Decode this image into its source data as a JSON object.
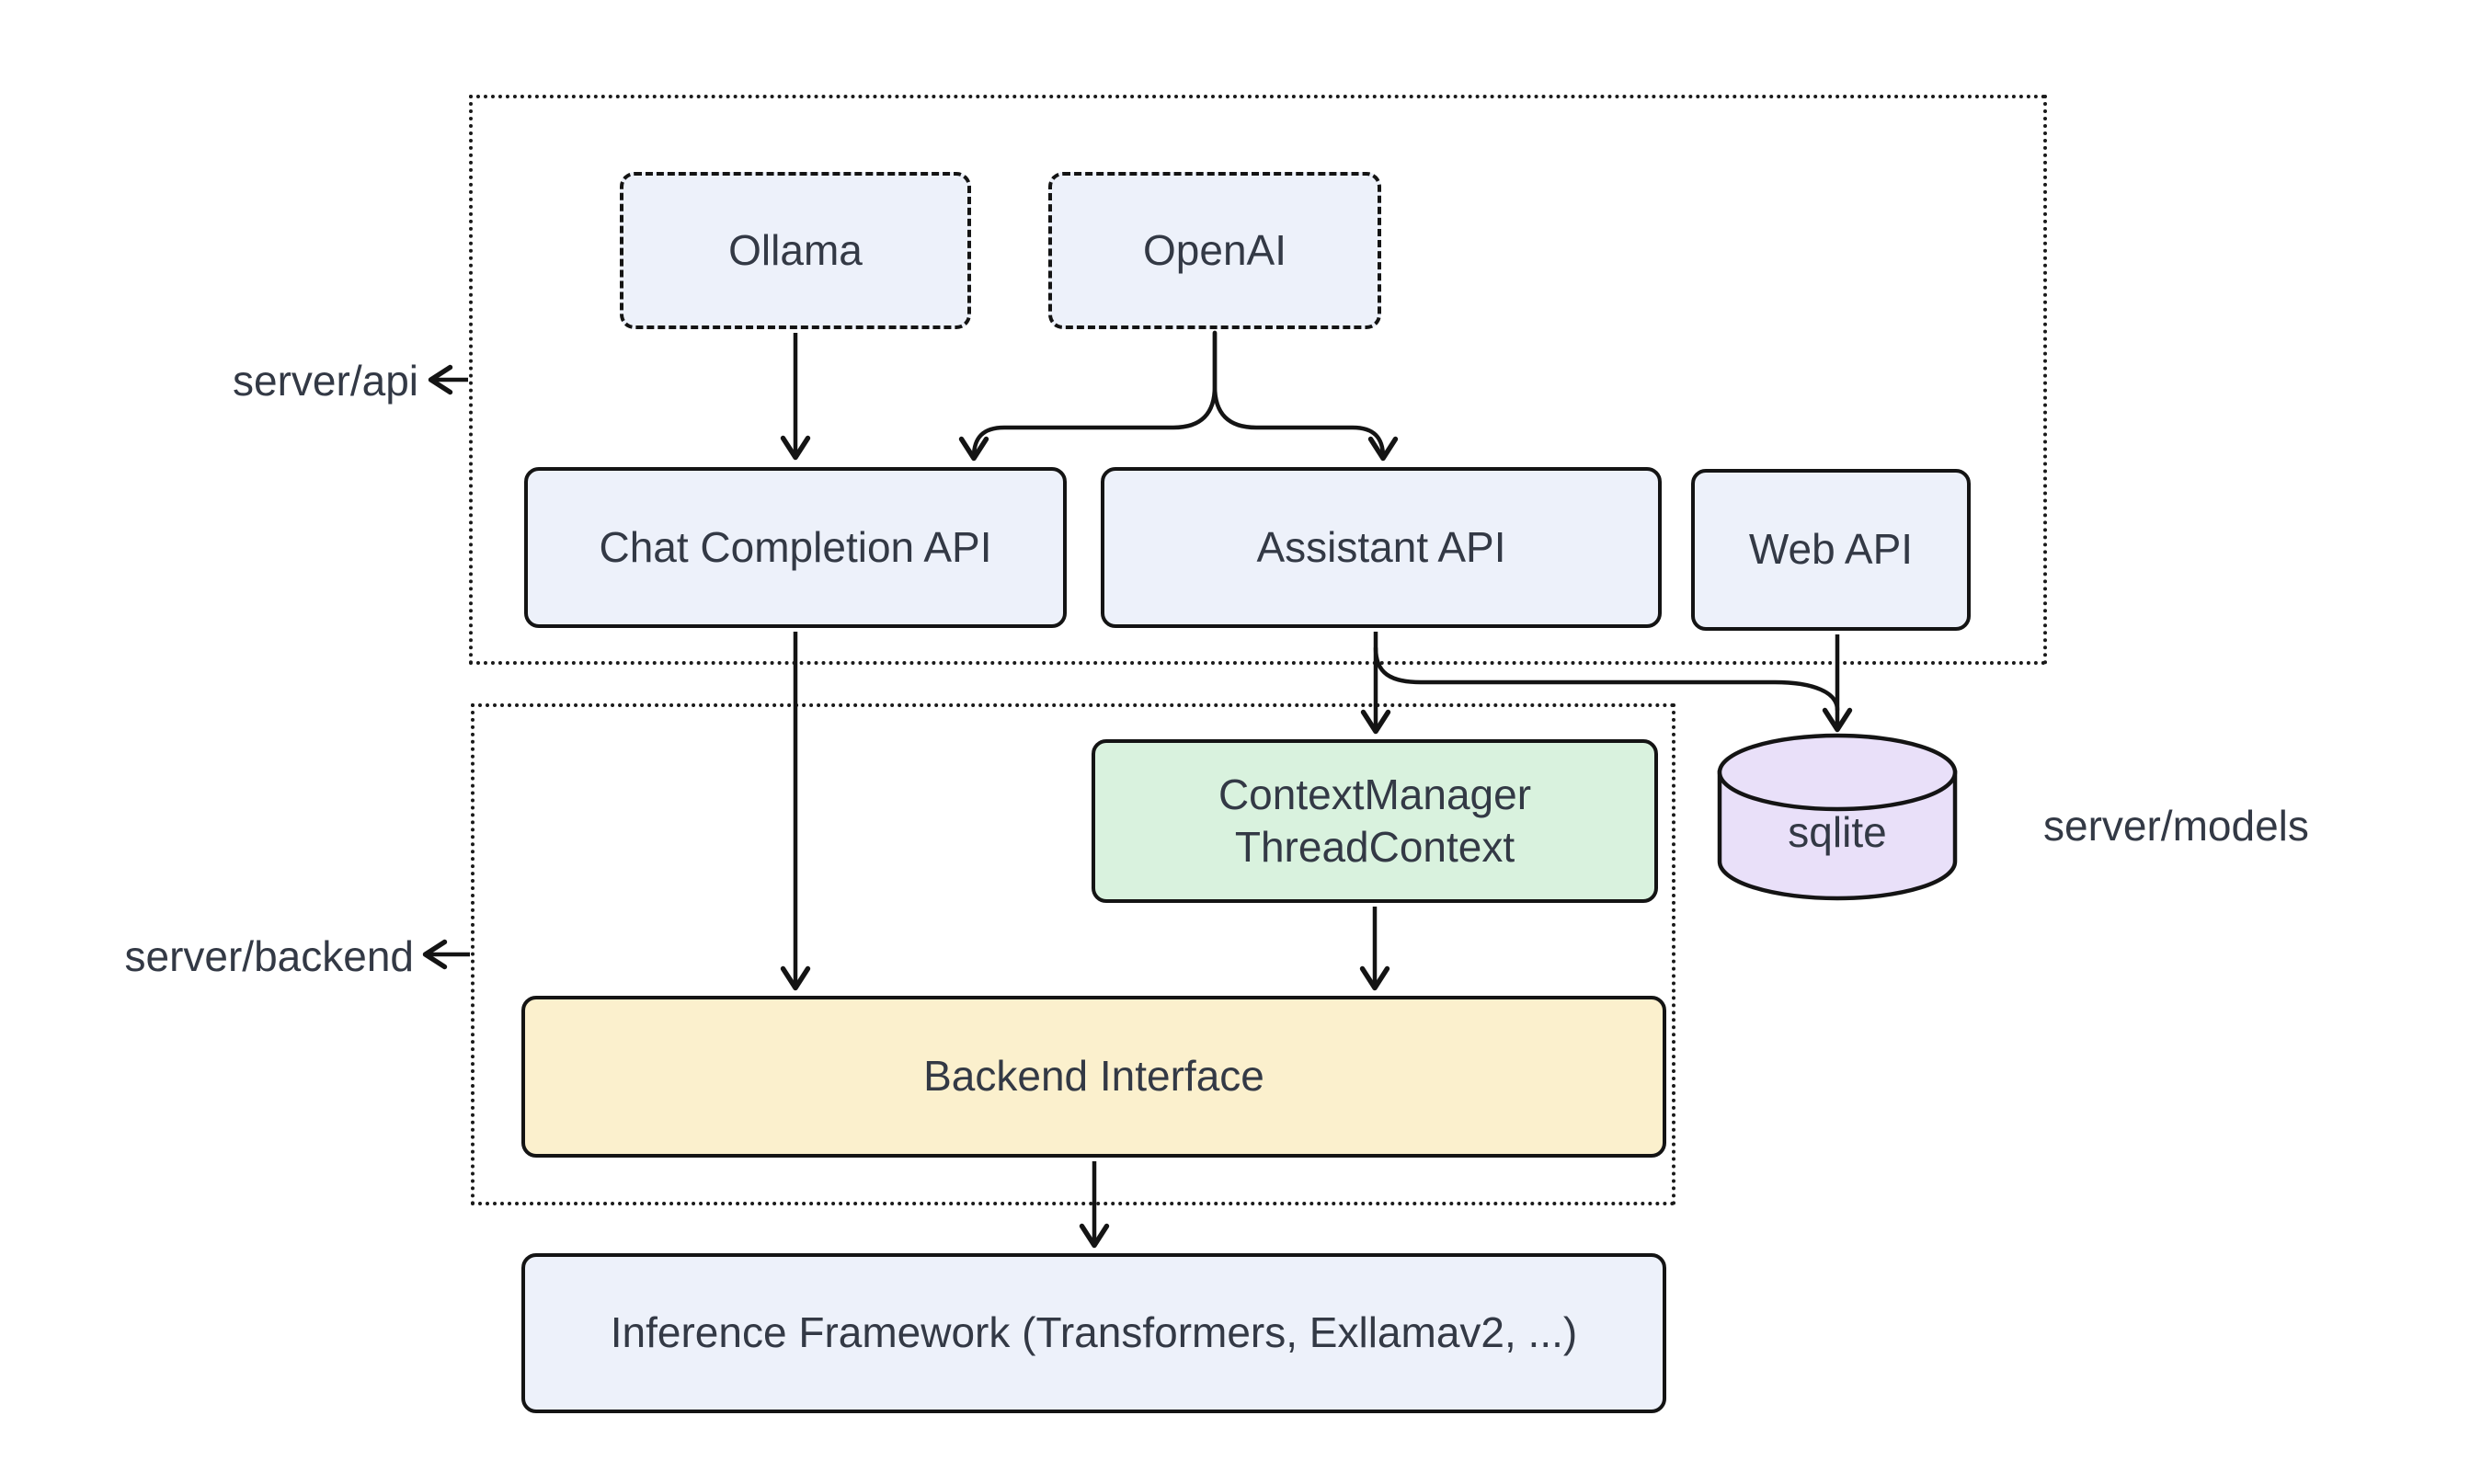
{
  "diagram": {
    "side_labels": {
      "api": "server/api",
      "backend": "server/backend",
      "models": "server/models"
    },
    "nodes": {
      "ollama": {
        "label": "Ollama",
        "style": "dashed",
        "fill": "#EDF1FA"
      },
      "openai": {
        "label": "OpenAI",
        "style": "dashed",
        "fill": "#EDF1FA"
      },
      "chat_api": {
        "label": "Chat Completion API",
        "fill": "#EDF1FA"
      },
      "assistant_api": {
        "label": "Assistant API",
        "fill": "#EDF1FA"
      },
      "web_api": {
        "label": "Web API",
        "fill": "#EDF1FA"
      },
      "context_manager": {
        "line1": "ContextManager",
        "line2": "ThreadContext",
        "fill": "#D9F2DE"
      },
      "backend_interface": {
        "label": "Backend Interface",
        "fill": "#FBF0CD"
      },
      "sqlite": {
        "label": "sqlite",
        "shape": "cylinder",
        "fill": "#E9E0F9"
      },
      "inference": {
        "label": "Inference Framework (Transformers, Exllamav2, ...)",
        "fill": "#EDF1FA"
      }
    },
    "edges": [
      {
        "from": "Ollama",
        "to": "Chat Completion API"
      },
      {
        "from": "OpenAI",
        "to": "Chat Completion API"
      },
      {
        "from": "OpenAI",
        "to": "Assistant API"
      },
      {
        "from": "Chat Completion API",
        "to": "Backend Interface"
      },
      {
        "from": "Assistant API",
        "to": "ContextManager ThreadContext"
      },
      {
        "from": "Assistant API",
        "to": "sqlite"
      },
      {
        "from": "Web API",
        "to": "sqlite"
      },
      {
        "from": "ContextManager ThreadContext",
        "to": "Backend Interface"
      },
      {
        "from": "Backend Interface",
        "to": "Inference Framework (Transformers, Exllamav2, ...)"
      }
    ],
    "colors": {
      "node_blue": "#EDF1FA",
      "node_green": "#D9F2DE",
      "node_yellow": "#FBF0CD",
      "node_purple": "#E9E0F9",
      "stroke": "#141414",
      "text": "#333945",
      "background": "#FFFFFF"
    }
  }
}
